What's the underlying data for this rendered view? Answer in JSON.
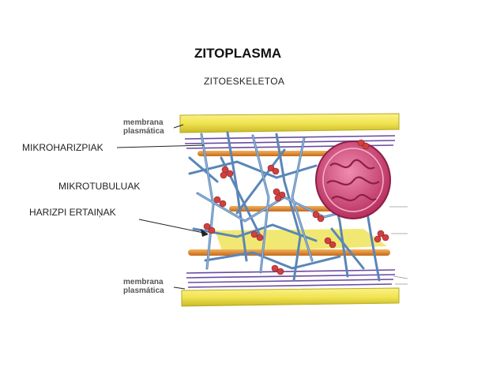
{
  "title": "ZITOPLASMA",
  "subtitle": "ZITOESKELETOA",
  "labels": {
    "microfilaments": "MIKROHARIZPIAK",
    "microtubules": "MIKROTUBULUAK",
    "intermediate": "HARIZPI ERTAIŅAK"
  },
  "membrane_top": {
    "line1": "membrana",
    "line2": "plasmática"
  },
  "membrane_bottom": {
    "line1": "membrana",
    "line2": "plasmática"
  },
  "colors": {
    "membrane": "#f1e452",
    "membrane_dark": "#c9b92a",
    "microtubule": "#5a86b8",
    "microfilament": "#6a4aa0",
    "intermediate": "#e08b2c",
    "mitochondrion": "#d2457a",
    "ribosome": "#d04040"
  }
}
